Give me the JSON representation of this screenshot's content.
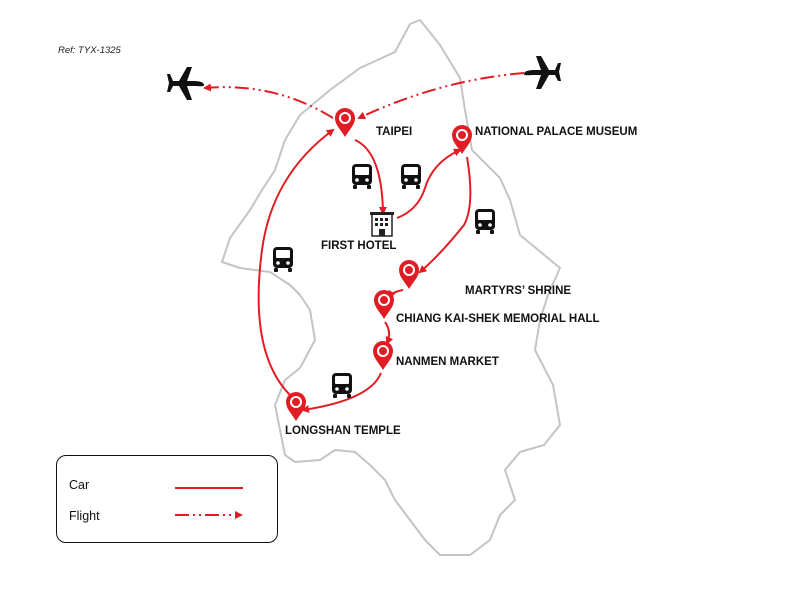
{
  "reference": "Ref: TYX-1325",
  "locations": {
    "taipei": "TAIPEI",
    "national_palace_museum": "NATIONAL PALACE MUSEUM",
    "first_hotel": "FIRST HOTEL",
    "martyrs_shrine": "MARTYRS’ SHRINE",
    "chiang_kai_shek": "CHIANG KAI-SHEK MEMORIAL HALL",
    "nanmen_market": "NANMEN MARKET",
    "longshan_temple": "LONGSHAN TEMPLE"
  },
  "legend": {
    "car_label": "Car",
    "flight_label": "Flight"
  },
  "colors": {
    "route": "#e01c24",
    "outline": "#c4c4c4",
    "icon": "#111111"
  },
  "icons": [
    "airplane-icon",
    "bus-icon",
    "hotel-icon",
    "map-pin-icon"
  ]
}
